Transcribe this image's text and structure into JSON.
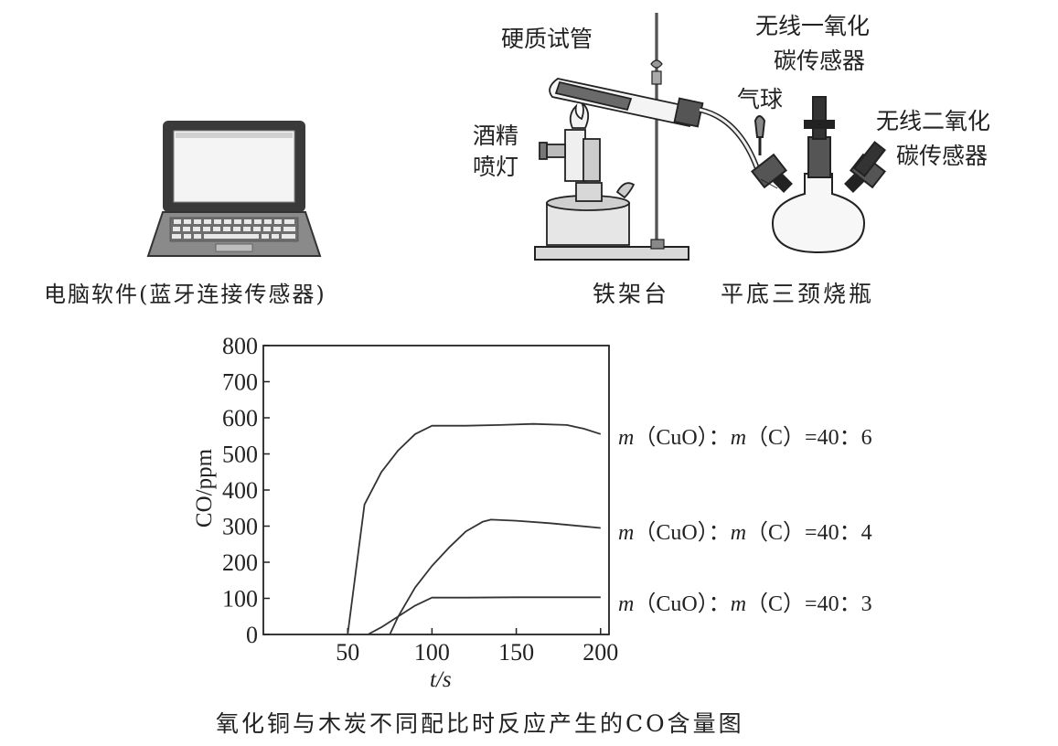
{
  "apparatus": {
    "laptop_caption": "电脑软件(蓝牙连接传感器)",
    "tube_label": "硬质试管",
    "lamp_label_1": "酒精",
    "lamp_label_2": "喷灯",
    "co_sensor_1": "无线一氧化",
    "co_sensor_2": "碳传感器",
    "balloon_label": "气球",
    "co2_sensor_1": "无线二氧化",
    "co2_sensor_2": "碳传感器",
    "stand_label": "铁架台",
    "flask_label": "平底三颈烧瓶"
  },
  "chart_caption": "氧化铜与木炭不同配比时反应产生的CO含量图",
  "chart_data": {
    "type": "line",
    "xlabel": "t/s",
    "ylabel": "CO/ppm",
    "xlim": [
      0,
      205
    ],
    "ylim": [
      0,
      800
    ],
    "x_ticks": [
      50,
      100,
      150,
      200
    ],
    "y_ticks": [
      0,
      100,
      200,
      300,
      400,
      500,
      600,
      700,
      800
    ],
    "grid": false,
    "series": [
      {
        "name": "m(CuO):m(C)=40:6",
        "x": [
          50,
          55,
          60,
          70,
          80,
          90,
          100,
          120,
          140,
          160,
          180,
          190,
          200
        ],
        "y": [
          0,
          180,
          360,
          450,
          510,
          555,
          578,
          578,
          580,
          583,
          580,
          570,
          555
        ]
      },
      {
        "name": "m(CuO):m(C)=40:4",
        "x": [
          75,
          80,
          90,
          100,
          110,
          120,
          130,
          135,
          150,
          170,
          200
        ],
        "y": [
          0,
          50,
          130,
          190,
          240,
          285,
          312,
          318,
          315,
          308,
          295
        ]
      },
      {
        "name": "m(CuO):m(C)=40:3",
        "x": [
          62,
          70,
          80,
          90,
          100,
          120,
          150,
          200
        ],
        "y": [
          0,
          20,
          50,
          80,
          102,
          102,
          103,
          103
        ]
      }
    ]
  },
  "legend_labels": [
    {
      "m1": "m",
      "a": "（CuO）：",
      "m2": "m",
      "b": "（C）=40：6"
    },
    {
      "m1": "m",
      "a": "（CuO）：",
      "m2": "m",
      "b": "（C）=40：4"
    },
    {
      "m1": "m",
      "a": "（CuO）：",
      "m2": "m",
      "b": "（C）=40：3"
    }
  ]
}
